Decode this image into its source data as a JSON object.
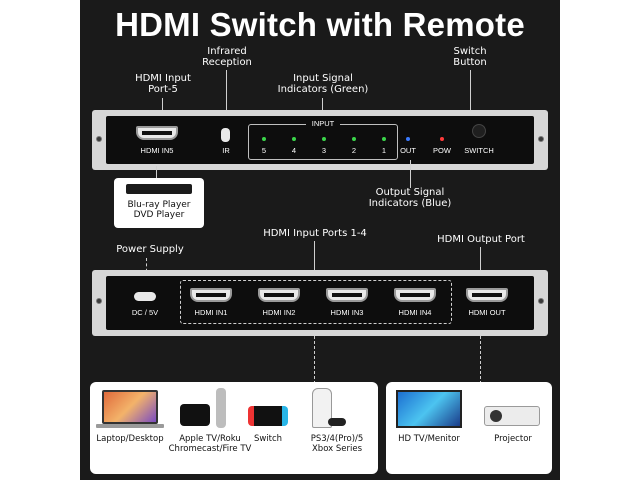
{
  "title": "HDMI Switch with Remote",
  "callouts": {
    "hdmi_input_port5": "HDMI Input\nPort-5",
    "infrared": "Infrared\nReception",
    "input_signal": "Input Signal\nIndicators (Green)",
    "switch_button": "Switch\nButton",
    "output_signal": "Output Signal\nIndicators (Blue)",
    "power_supply": "Power Supply",
    "hdmi_input_ports": "HDMI Input Ports 1-4",
    "hdmi_output_port": "HDMI Output Port"
  },
  "front_panel": {
    "hdmi_in5": "HDMI IN5",
    "ir": "IR",
    "input": "INPUT",
    "input_numbers": [
      "5",
      "4",
      "3",
      "2",
      "1"
    ],
    "out": "OUT",
    "pow": "POW",
    "switch": "SWITCH"
  },
  "bluray": "Blu-ray Player\nDVD Player",
  "back_panel": {
    "dc": "DC / 5V",
    "in1": "HDMI IN1",
    "in2": "HDMI IN2",
    "in3": "HDMI IN3",
    "in4": "HDMI IN4",
    "out": "HDMI OUT"
  },
  "sources": {
    "laptop": "Laptop/Desktop",
    "appletv": "Apple TV/Roku\nChromecast/Fire TV",
    "switch": "Switch",
    "ps": "PS3/4(Pro)/5\nXbox Series"
  },
  "outputs": {
    "tv": "HD TV/Menitor",
    "projector": "Projector"
  },
  "colors": {
    "led_green": "#3bd44a",
    "led_blue": "#3b7bff",
    "led_red": "#ff3b3b"
  }
}
